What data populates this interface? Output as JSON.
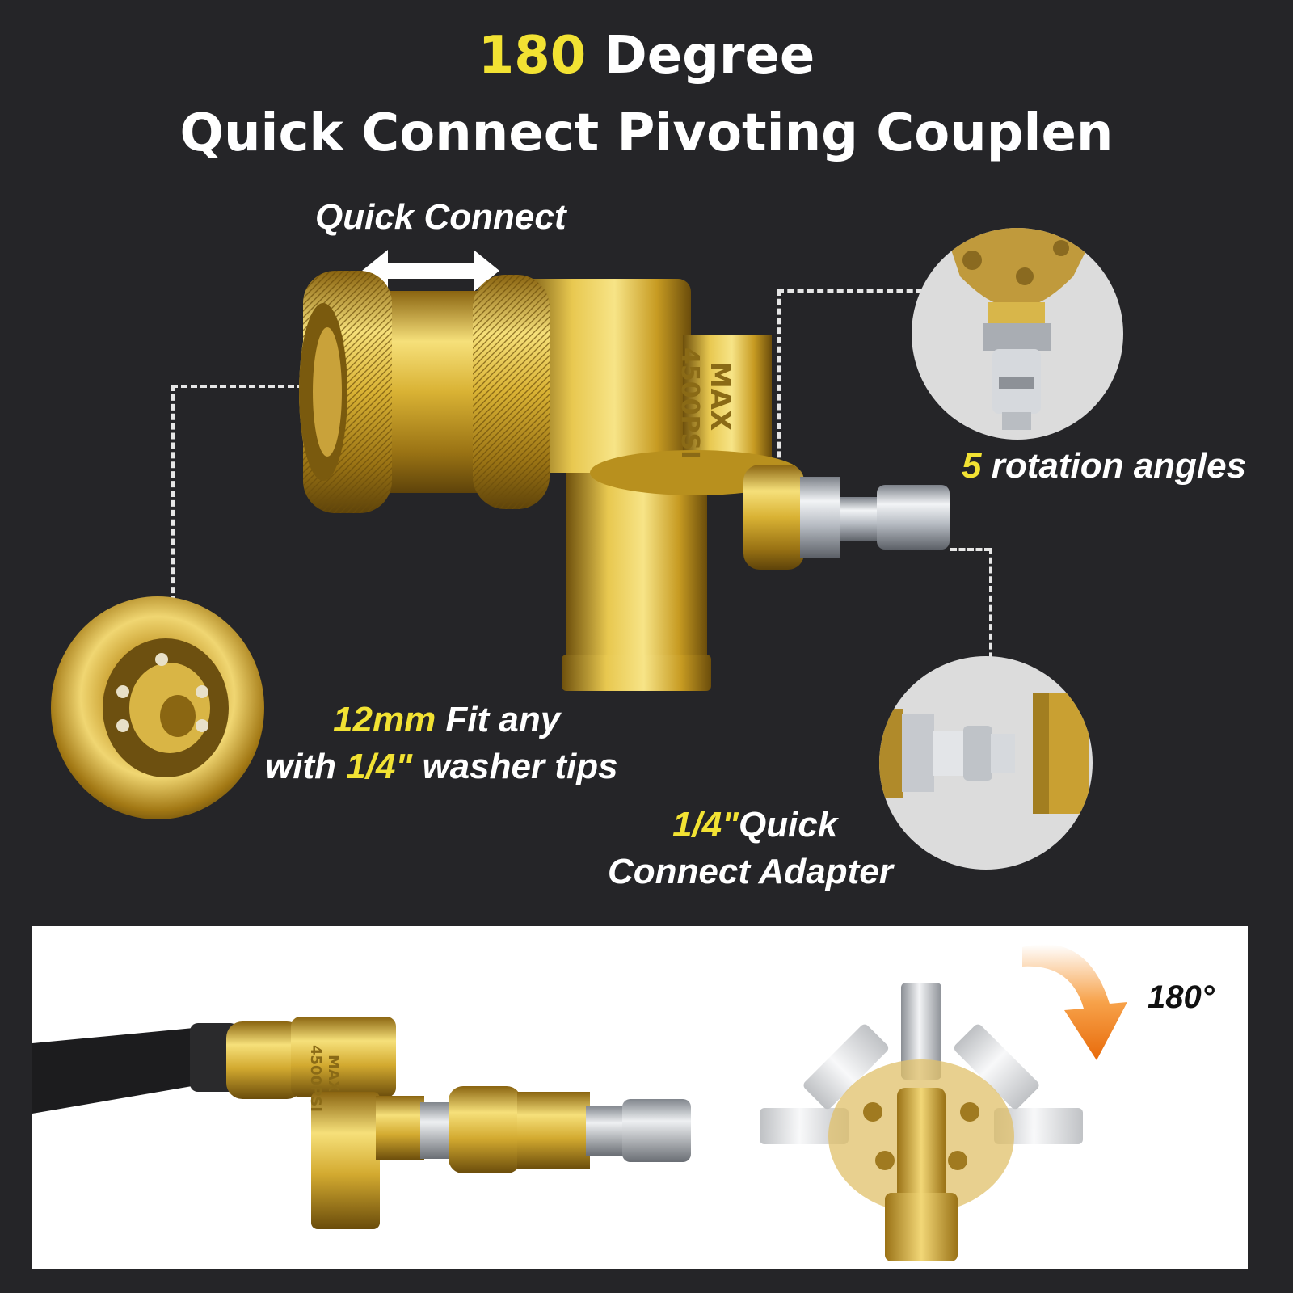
{
  "title": {
    "line1_highlight": "180",
    "line1_rest": " Degree",
    "line2": "Quick Connect Pivoting Couplen"
  },
  "labels": {
    "quick_connect": "Quick Connect",
    "rotation_number": "5",
    "rotation_text": " rotation angles",
    "fit_highlight": "12mm",
    "fit_text": " Fit any",
    "with_text": "with ",
    "with_highlight": "1/4\"",
    "with_rest": " washer tips",
    "adapter_highlight": "1/4\"",
    "adapter_line1_rest": "Quick",
    "adapter_line2": "Connect Adapter",
    "rotation_degree": "180°"
  },
  "product_marking": {
    "line1": "MAX",
    "line2": "4500PSI"
  },
  "icons": {
    "double_arrow": "double-arrow-icon",
    "curved_arrow": "curved-arrow-icon"
  },
  "colors": {
    "background": "#252528",
    "highlight": "#f2e233",
    "text": "#ffffff",
    "brass": "#d4a92a",
    "steel": "#c9ccd0",
    "arrow_orange": "#f07a10"
  }
}
